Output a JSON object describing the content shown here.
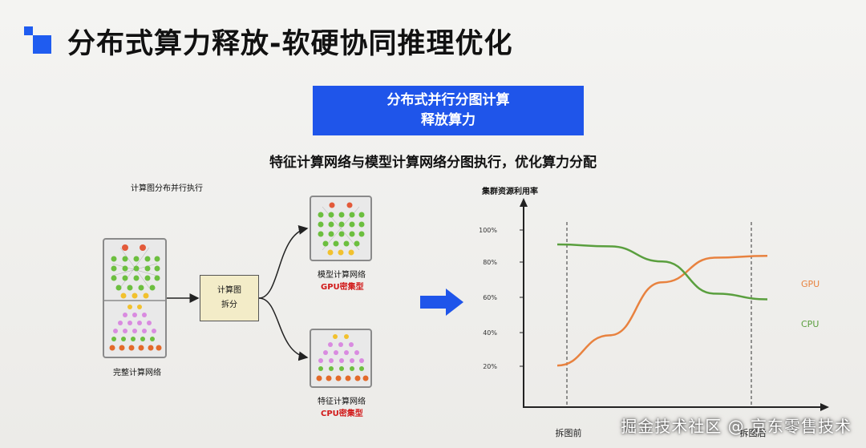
{
  "slide": {
    "title": "分布式算力释放-软硬协同推理优化",
    "banner_line1": "分布式并行分图计算",
    "banner_line2": "释放算力",
    "subtitle": "特征计算网络与模型计算网络分图执行，优化算力分配"
  },
  "diagram": {
    "section_label": "计算图分布并行执行",
    "full_net_label": "完整计算网络",
    "split_box_line1": "计算图",
    "split_box_line2": "拆分",
    "model_net_label": "模型计算网络",
    "model_net_tag": "GPU密集型",
    "feature_net_label": "特征计算网络",
    "feature_net_tag": "CPU密集型"
  },
  "chart_data": {
    "type": "line",
    "title": "集群资源利用率",
    "y_ticks": [
      "100%",
      "80%",
      "60%",
      "40%",
      "20%"
    ],
    "x_labels": [
      "拆图前",
      "拆图后"
    ],
    "series": [
      {
        "name": "GPU",
        "color": "#e8823f",
        "points": [
          [
            0,
            0.22
          ],
          [
            0.25,
            0.38
          ],
          [
            0.5,
            0.66
          ],
          [
            0.75,
            0.79
          ],
          [
            1,
            0.8
          ]
        ]
      },
      {
        "name": "CPU",
        "color": "#5a9f3e",
        "points": [
          [
            0,
            0.86
          ],
          [
            0.25,
            0.85
          ],
          [
            0.5,
            0.77
          ],
          [
            0.75,
            0.6
          ],
          [
            1,
            0.57
          ]
        ]
      }
    ]
  },
  "colors": {
    "accent": "#1f55ea",
    "arrow_blue": "#1f55ea",
    "gpu": "#e8823f",
    "cpu": "#5a9f3e",
    "red_tag": "#d11a1a"
  },
  "watermark": "掘金技术社区 @ 京东零售技术"
}
